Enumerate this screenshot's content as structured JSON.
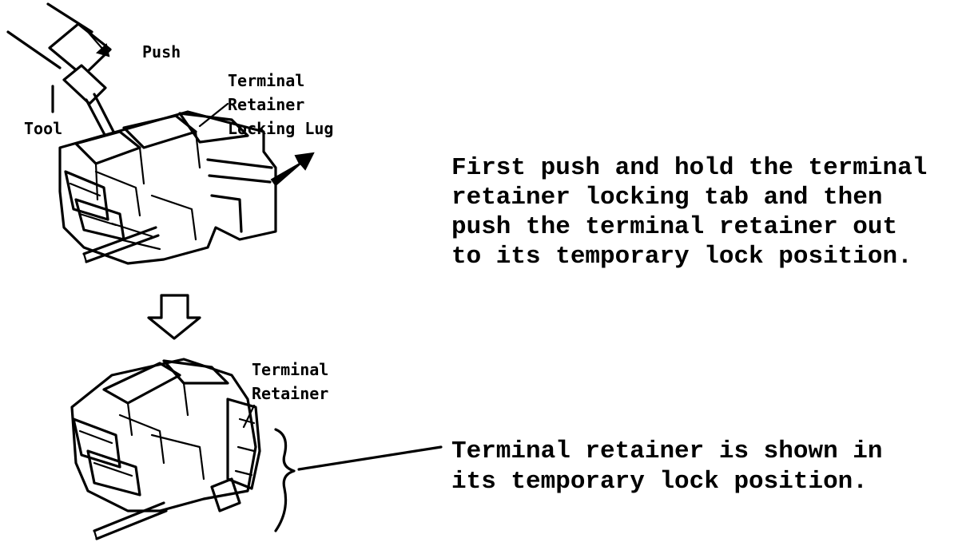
{
  "figure": {
    "top": {
      "push_label": "Push",
      "tool_label": "Tool",
      "lug_label_lines": [
        "Terminal",
        "Retainer",
        "Locking Lug"
      ],
      "instruction_lines": [
        "First push and hold the terminal",
        "retainer locking tab and then",
        "push the terminal retainer out",
        "to its temporary lock position."
      ]
    },
    "bottom": {
      "retainer_label_lines": [
        "Terminal",
        "Retainer"
      ],
      "caption_lines": [
        "Terminal retainer is shown in",
        "its temporary lock position."
      ]
    }
  }
}
